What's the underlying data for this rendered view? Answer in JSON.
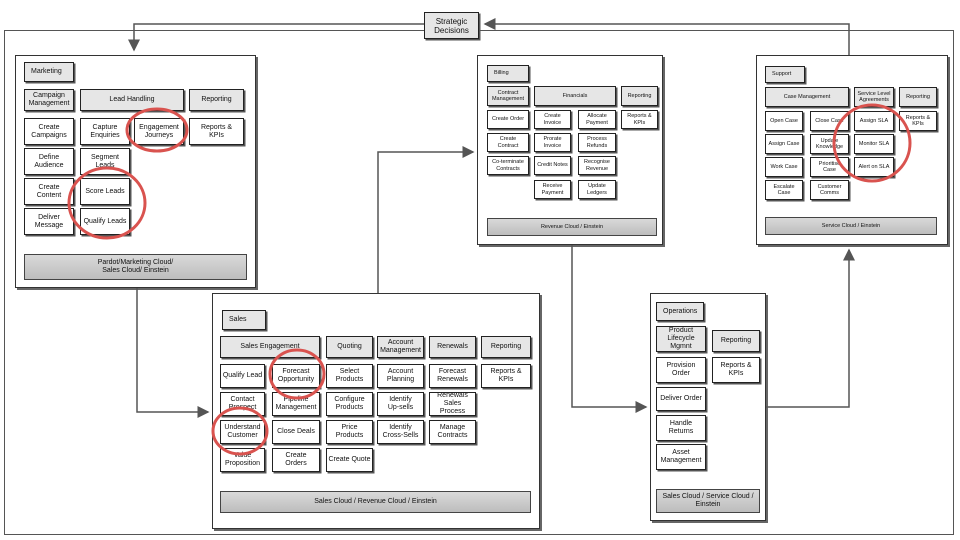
{
  "strategic": "Strategic\nDecisions",
  "marketing": {
    "title": "Marketing",
    "h_campaign": "Campaign\nManagement",
    "h_lead": "Lead  Handling",
    "h_report": "Reporting",
    "create_campaigns": "Create\nCampaigns",
    "capture": "Capture\nEnquiries",
    "engagement": "Engagement\nJourneys",
    "reports": "Reports &\nKPIs",
    "define": "Define\nAudience",
    "segment": "Segment\nLeads",
    "create_content": "Create\nContent",
    "score": "Score Leads",
    "deliver": "Deliver\nMessage",
    "qualify": "Qualify Leads",
    "footer": "Pardot/Marketing Cloud/\nSales Cloud/ Einstein"
  },
  "sales": {
    "title": "Sales",
    "h_eng": "Sales Engagement",
    "h_quoting": "Quoting",
    "h_account": "Account\nManagement",
    "h_renewals": "Renewals",
    "h_report": "Reporting",
    "qualify_lead": "Qualify Lead",
    "forecast_opp": "Forecast\nOpportunity",
    "select_products": "Select\nProducts",
    "account_planning": "Account\nPlanning",
    "forecast_renewals": "Forecast\nRenewals",
    "reports": "Reports &\nKPIs",
    "contact": "Contact\nProspect",
    "pipeline": "Pipeline\nManagement",
    "configure": "Configure\nProducts",
    "upsells": "Identify\nUp-sells",
    "renewals_process": "Renewals\nSales\nProcess",
    "understand": "Understand\nCustomer",
    "close_deals": "Close Deals",
    "price": "Price\nProducts",
    "cross_sells": "Identify\nCross-Sells",
    "manage_contracts": "Manage\nContracts",
    "value_prop": "Value\nProposition",
    "create_orders": "Create\nOrders",
    "create_quote": "Create Quote",
    "footer": "Sales Cloud / Revenue Cloud / Einstein"
  },
  "billing": {
    "title": "Billing",
    "h_contract": "Contract\nManagement",
    "h_fin": "Financials",
    "h_report": "Reporting",
    "create_order": "Create Order",
    "create_invoice": "Create\nInvoice",
    "allocate": "Allocate\nPayment",
    "reports": "Reports &\nKPIs",
    "create_contract": "Create\nContract",
    "prorate": "Prorate\nInvoice",
    "refunds": "Process\nRefunds",
    "coterminate": "Co-terminate\nContracts",
    "credit_notes": "Credit Notes",
    "recognise": "Recognise\nRevenue",
    "receive": "Receive\nPayment",
    "update_ledgers": "Update\nLedgers",
    "footer": "Revenue Cloud / Einstein"
  },
  "operations": {
    "title": "Operations",
    "h_product": "Product\nLifecycle\nMgmnt",
    "h_report": "Reporting",
    "provision": "Provision\nOrder",
    "reports": "Reports &\nKPIs",
    "deliver_order": "Deliver Order",
    "handle_returns": "Handle\nReturns",
    "asset_mgmt": "Asset\nManagement",
    "footer": "Sales Cloud / Service Cloud /\nEinstein"
  },
  "support": {
    "title": "Support",
    "h_case": "Case Management",
    "h_sla": "Service Level\nAgreements",
    "h_report": "Reporting",
    "open_case": "Open Case",
    "close_case": "Close Case",
    "assign_sla": "Assign SLA",
    "reports": "Reports &\nKPIs",
    "assign_case": "Assign Case",
    "update_knowledge": "Update\nKnowledge",
    "monitor_sla": "Monitor SLA",
    "work_case": "Work Case",
    "prioritise": "Prioritise\nCase",
    "alert_sla": "Alert on SLA",
    "escalate": "Escalate\nCase",
    "comms": "Customer\nComms",
    "footer": "Service Cloud / Einstein"
  },
  "colors": {
    "highlight": "#d9534f",
    "header_fill": "#e6e6e6",
    "footer_fill": "#c8c8c8"
  }
}
